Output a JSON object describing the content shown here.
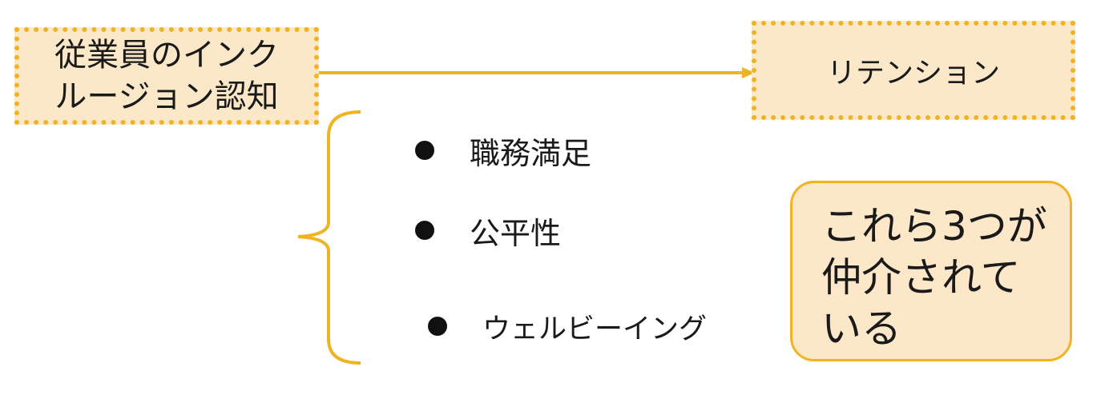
{
  "source_box": {
    "line1": "従業員のインク",
    "line2": "ルージョン認知"
  },
  "target_box": {
    "label": "リテンション"
  },
  "mediators": [
    {
      "label": "職務満足"
    },
    {
      "label": "公平性"
    },
    {
      "label": "ウェルビーイング"
    }
  ],
  "note": {
    "line1": "これら3つが",
    "line2": "仲介されて",
    "line3": "いる"
  },
  "colors": {
    "box_fill": "#fbe8c8",
    "box_border": "#f0b323",
    "line": "#f0b323",
    "text": "#1a1a1a"
  }
}
